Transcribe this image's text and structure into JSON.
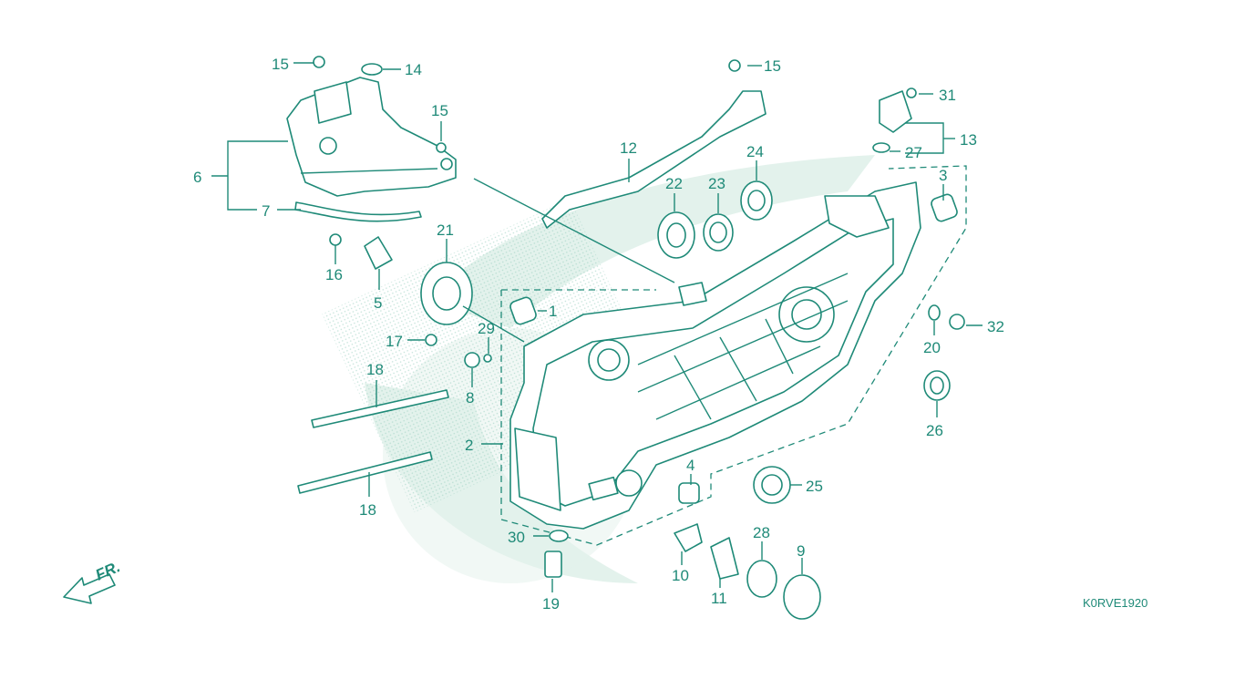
{
  "diagram": {
    "code": "K0RVE1920",
    "fr_label": "FR.",
    "callouts": [
      "1",
      "2",
      "3",
      "4",
      "5",
      "6",
      "7",
      "8",
      "9",
      "10",
      "11",
      "12",
      "13",
      "14",
      "15",
      "15",
      "15",
      "16",
      "17",
      "18",
      "18",
      "19",
      "20",
      "21",
      "22",
      "23",
      "24",
      "25",
      "26",
      "27",
      "28",
      "29",
      "30",
      "31",
      "32"
    ],
    "colors": {
      "line": "#1f8a78",
      "watermark": "#e3f2ec",
      "background": "#ffffff"
    }
  }
}
